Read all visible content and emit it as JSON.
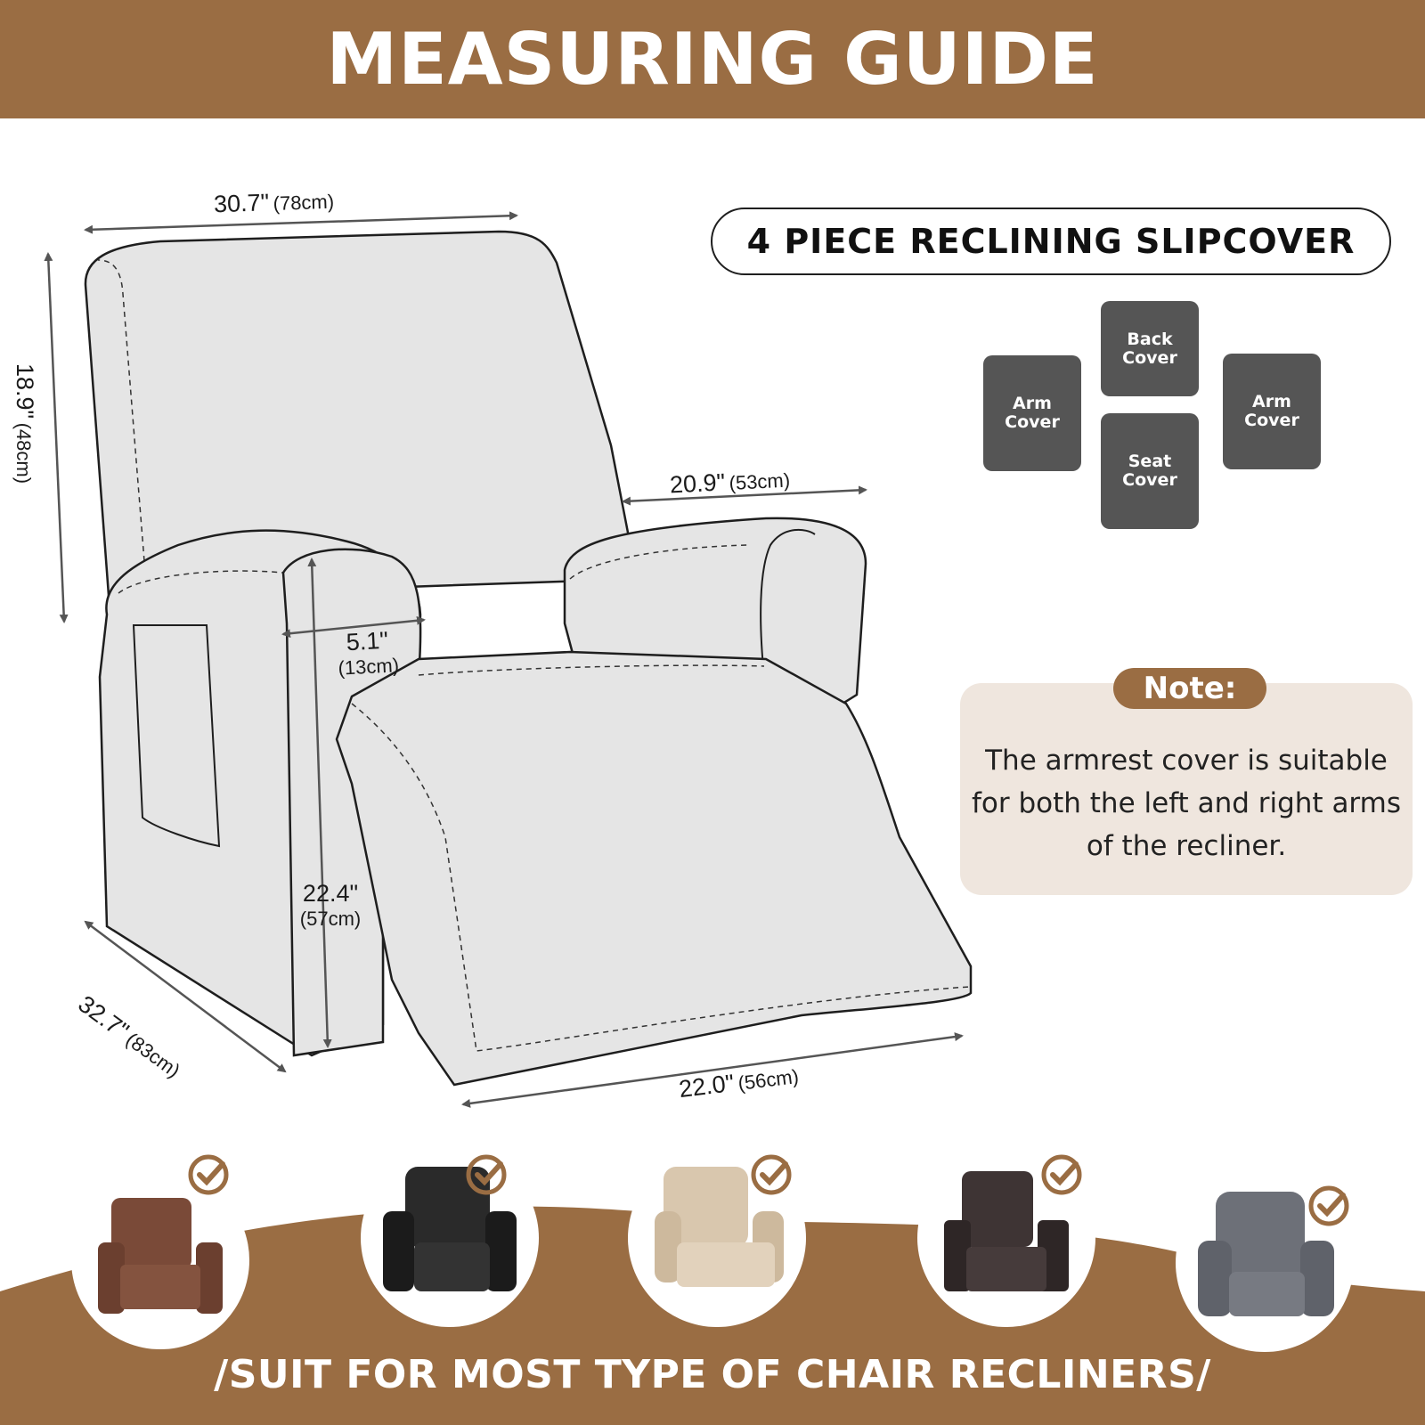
{
  "header": {
    "title": "MEASURING GUIDE"
  },
  "dimensions": {
    "back_width": {
      "in": "30.7\"",
      "cm": "(78cm)"
    },
    "back_height": {
      "in": "18.9\"",
      "cm": "(48cm)"
    },
    "arm_to_arm": {
      "in": "20.9\"",
      "cm": "(53cm)"
    },
    "arm_width": {
      "in": "5.1\"",
      "cm": "(13cm)"
    },
    "arm_height": {
      "in": "22.4\"",
      "cm": "(57cm)"
    },
    "depth": {
      "in": "32.7\"",
      "cm": "(83cm)"
    },
    "footrest_width": {
      "in": "22.0\"",
      "cm": "(56cm)"
    }
  },
  "pieces": {
    "title": "4 PIECE RECLINING SLIPCOVER",
    "back_cover": "Back\nCover",
    "seat_cover": "Seat\nCover",
    "arm_cover_left": "Arm\nCover",
    "arm_cover_right": "Arm\nCover"
  },
  "note": {
    "label": "Note:",
    "text": "The armrest cover is suitable for both the left and right arms of the recliner."
  },
  "footer": {
    "text": "/SUIT FOR MOST TYPE OF CHAIR RECLINERS/",
    "recliner_colors": [
      "#7a4a38",
      "#2a2a2a",
      "#d9c7ae",
      "#3e3434",
      "#6d7078"
    ]
  },
  "colors": {
    "brand_brown": "#9a6d43",
    "piece_gray": "#555555",
    "note_bg": "#efe6de"
  }
}
